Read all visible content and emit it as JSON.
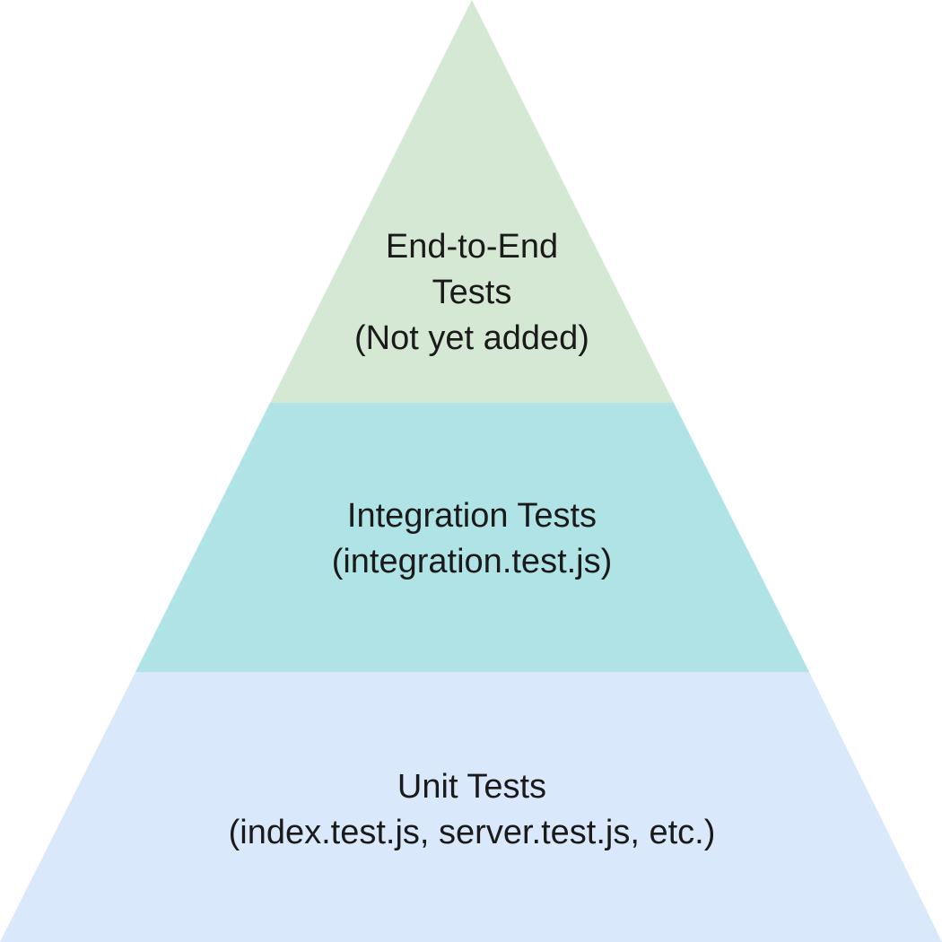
{
  "diagram": {
    "type": "pyramid",
    "tiers": [
      {
        "id": "e2e",
        "lines": [
          "End-to-End",
          "Tests",
          "(Not yet added)"
        ],
        "color": "#d5e8d4"
      },
      {
        "id": "integration",
        "lines": [
          "Integration Tests",
          "(integration.test.js)"
        ],
        "color": "#b0e3e6"
      },
      {
        "id": "unit",
        "lines": [
          "Unit Tests",
          "(index.test.js, server.test.js, etc.)"
        ],
        "color": "#dae8fc"
      }
    ]
  }
}
